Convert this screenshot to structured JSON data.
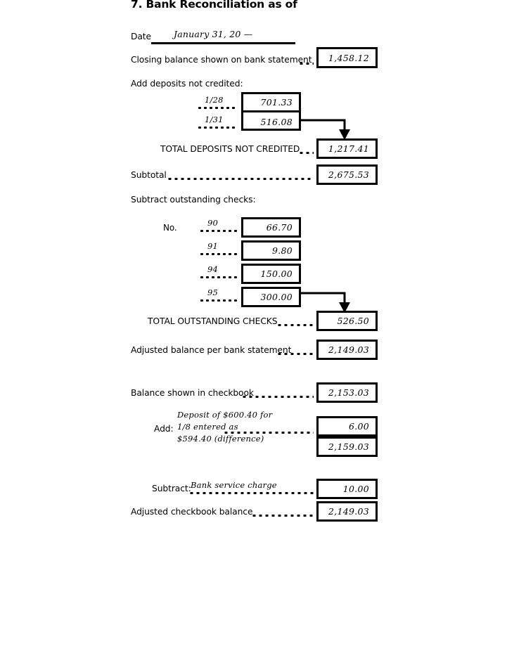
{
  "form": {
    "title": "7. Bank Reconciliation as of",
    "date_label": "Date",
    "date_value": "January 31, 20 —",
    "closing_balance_label": "Closing balance shown on bank statement",
    "closing_balance_value": "1,458.12",
    "add_deposits_label": "Add deposits not credited:",
    "deposits": [
      {
        "date": "1/28",
        "amount": "701.33"
      },
      {
        "date": "1/31",
        "amount": "516.08"
      }
    ],
    "total_deposits_label": "TOTAL DEPOSITS NOT CREDITED",
    "total_deposits_value": "1,217.41",
    "subtotal_label": "Subtotal",
    "subtotal_value": "2,675.53",
    "subtract_checks_label": "Subtract outstanding checks:",
    "check_number_label": "No.",
    "checks": [
      {
        "number": "90",
        "amount": "66.70"
      },
      {
        "number": "91",
        "amount": "9.80"
      },
      {
        "number": "94",
        "amount": "150.00"
      },
      {
        "number": "95",
        "amount": "300.00"
      }
    ],
    "total_checks_label": "TOTAL OUTSTANDING CHECKS",
    "total_checks_value": "526.50",
    "adjusted_bank_label": "Adjusted balance per bank statement",
    "adjusted_bank_value": "2,149.03",
    "checkbook_balance_label": "Balance shown in checkbook",
    "checkbook_balance_value": "2,153.03",
    "add_label": "Add:",
    "add_note_line1": "Deposit of $600.40 for",
    "add_note_line2": "1/8 entered as",
    "add_note_line3": "$594.40 (difference)",
    "add_value": "6.00",
    "add_subtotal_value": "2,159.03",
    "subtract_label": "Subtract:",
    "subtract_note": "Bank service charge",
    "subtract_value": "10.00",
    "adjusted_checkbook_label": "Adjusted checkbook balance",
    "adjusted_checkbook_value": "2,149.03"
  },
  "colors": {
    "ink": "#000000",
    "paper": "#ffffff"
  }
}
